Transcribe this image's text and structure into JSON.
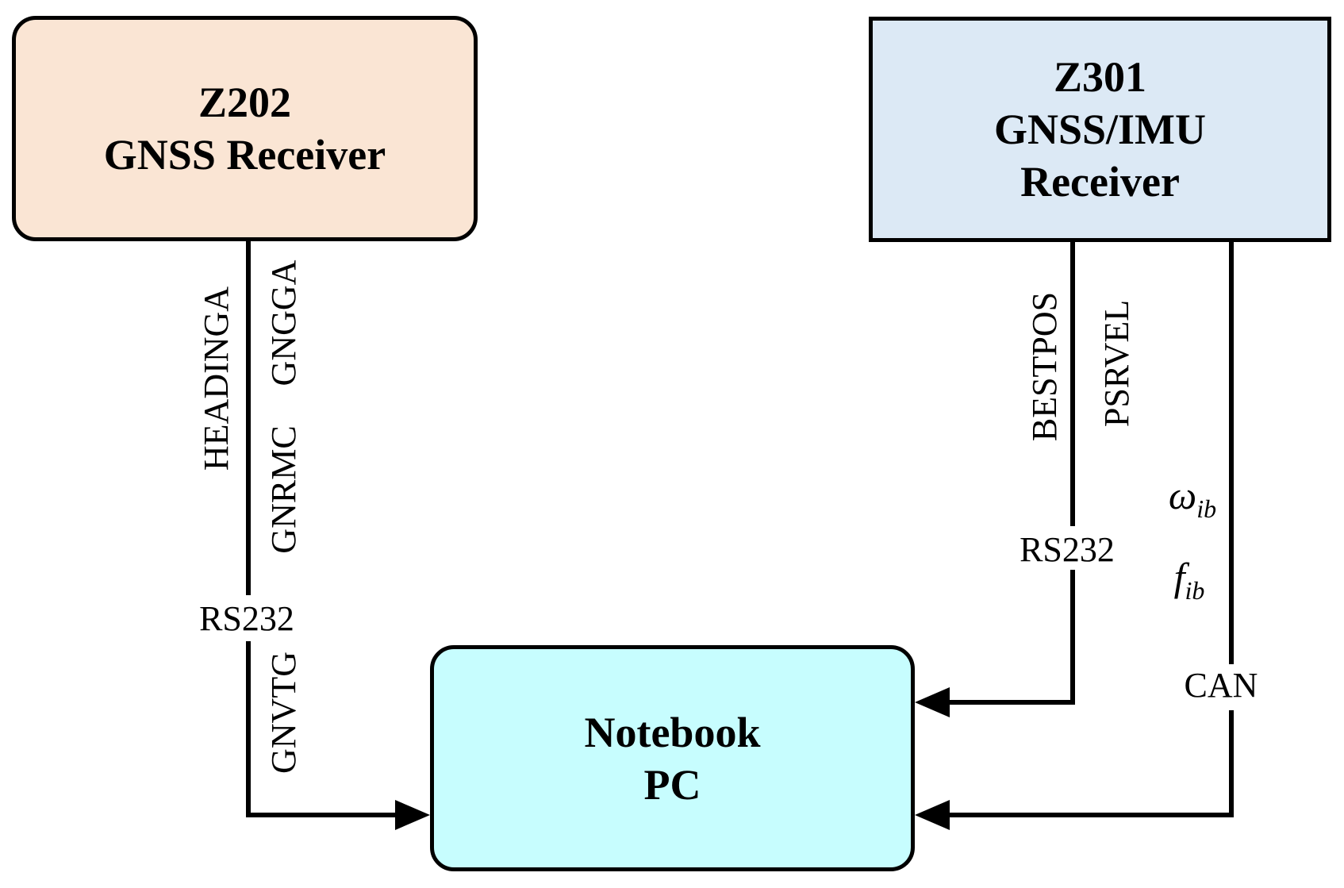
{
  "figure": {
    "type": "block-diagram",
    "background": "#ffffff",
    "line_color": "#000000"
  },
  "boxes": {
    "z202": {
      "lines": [
        "Z202",
        "GNSS Receiver"
      ],
      "fill": "#fae5d4",
      "shape": "rounded-rect"
    },
    "z301": {
      "lines": [
        "Z301",
        "GNSS/IMU",
        "Receiver"
      ],
      "fill": "#dce9f5",
      "shape": "rect"
    },
    "notebook": {
      "lines": [
        "Notebook",
        "PC"
      ],
      "fill": "#c7fdfe",
      "shape": "rounded-rect"
    }
  },
  "connections": {
    "z202_to_notebook": {
      "from": "Z202 GNSS Receiver",
      "to": "Notebook PC",
      "port": "RS232",
      "signals": [
        "HEADINGA",
        "GNGGA",
        "GNRMC",
        "GNVTG"
      ]
    },
    "z301_rs232_to_notebook": {
      "from": "Z301 GNSS/IMU Receiver",
      "to": "Notebook PC",
      "port": "RS232",
      "signals": [
        "BESTPOS",
        "PSRVEL"
      ]
    },
    "z301_can_to_notebook": {
      "from": "Z301 GNSS/IMU Receiver",
      "to": "Notebook PC",
      "port": "CAN",
      "signals": [
        "ω_ib",
        "f_ib"
      ]
    }
  },
  "labels": {
    "headinga": "HEADINGA",
    "gngga": "GNGGA",
    "gnrmc": "GNRMC",
    "rs232_left": "RS232",
    "gnvtg": "GNVTG",
    "bestpos": "BESTPOS",
    "psrvel": "PSRVEL",
    "rs232_right": "RS232",
    "omega_main": "ω",
    "omega_sub": "ib",
    "f_main": "f",
    "f_sub": "ib",
    "can": "CAN"
  }
}
